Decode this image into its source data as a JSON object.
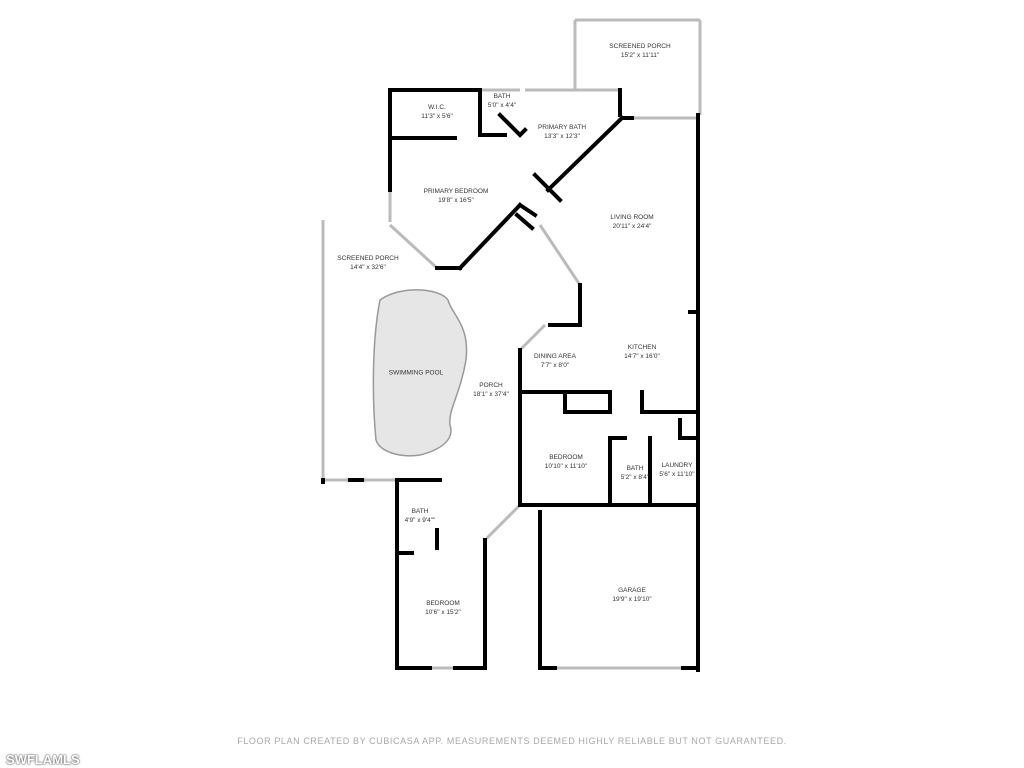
{
  "rooms": [
    {
      "name": "Screened Porch",
      "size": "15'2\" x 11'11\""
    },
    {
      "name": "W.I.C.",
      "size": "11'3\" x 5'6\""
    },
    {
      "name": "Bath",
      "size": "5'0\" x 4'4\""
    },
    {
      "name": "Primary Bath",
      "size": "13'3\" x 12'3\""
    },
    {
      "name": "Primary Bedroom",
      "size": "19'8\" x 16'5\""
    },
    {
      "name": "Living Room",
      "size": "20'11\" x 24'4\""
    },
    {
      "name": "Screened Porch",
      "size": "14'4\" x 32'6\""
    },
    {
      "name": "Swimming Pool",
      "size": ""
    },
    {
      "name": "Porch",
      "size": "18'1\" x 37'4\""
    },
    {
      "name": "Dining Area",
      "size": "7'7\" x 8'0\""
    },
    {
      "name": "Kitchen",
      "size": "14'7\" x 16'0\""
    },
    {
      "name": "Bedroom",
      "size": "10'10\" x 11'10\""
    },
    {
      "name": "Bath",
      "size": "5'2\" x 8'4\""
    },
    {
      "name": "Laundry",
      "size": "5'6\" x 11'10\""
    },
    {
      "name": "Bath",
      "size": "4'9\" x 9'4\"\""
    },
    {
      "name": "Bedroom",
      "size": "10'6\" x 15'2\""
    },
    {
      "name": "Garage",
      "size": "19'9\" x 19'10\""
    }
  ],
  "footer": "FLOOR PLAN CREATED BY CUBICASA APP. MEASUREMENTS DEEMED HIGHLY RELIABLE BUT NOT GUARANTEED.",
  "watermark": "SWFLAMLS",
  "colors": {
    "wall": "#000000",
    "pool": "#e6e6e6",
    "window": "#bbbbbb"
  }
}
